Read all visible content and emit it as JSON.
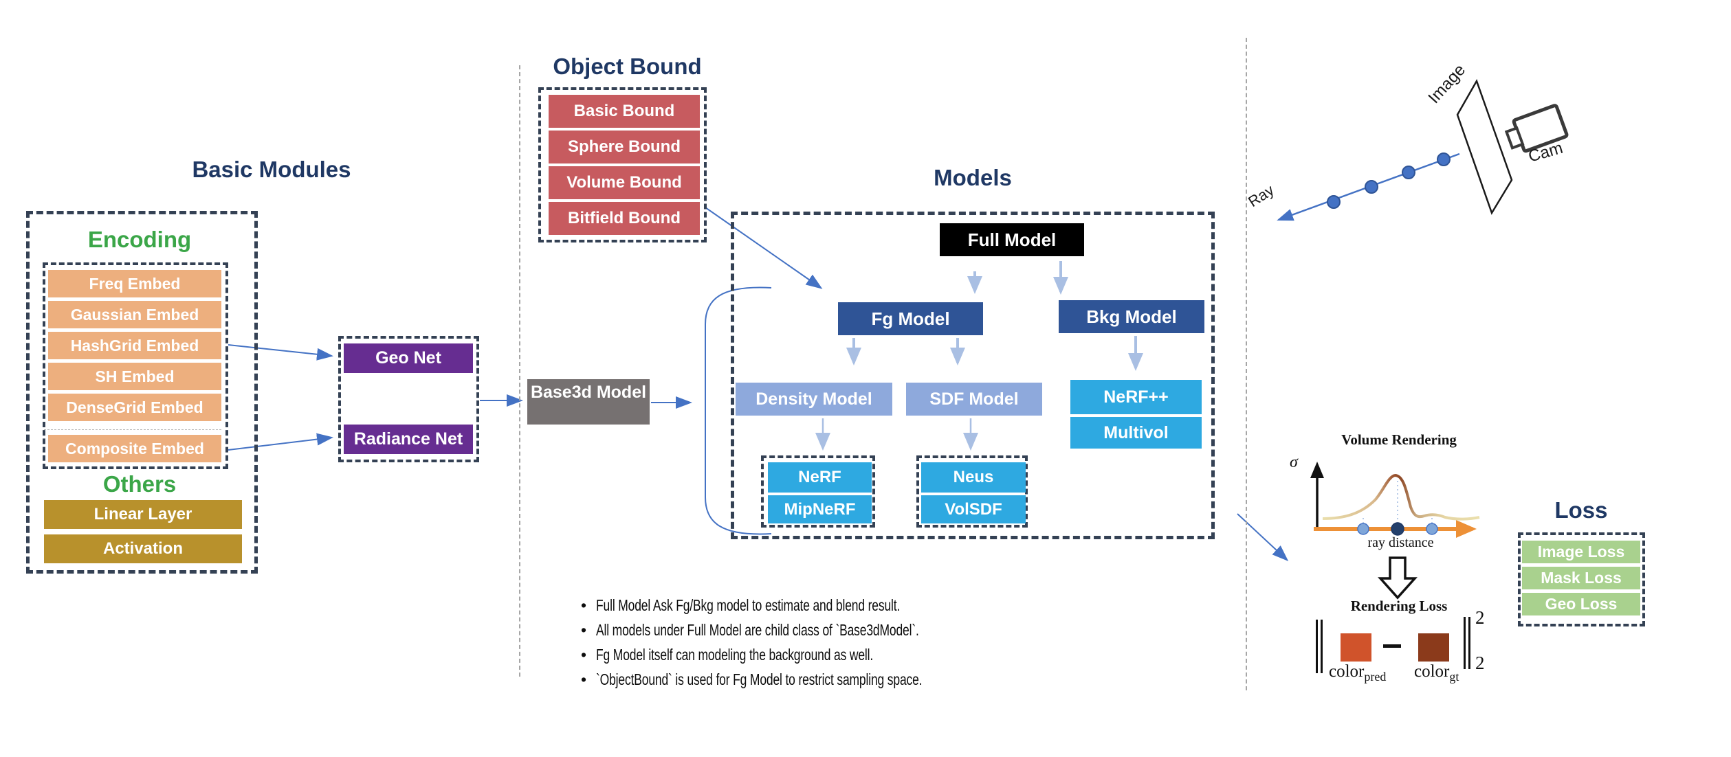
{
  "titles": {
    "basic_modules": "Basic Modules",
    "object_bound": "Object Bound",
    "models": "Models",
    "loss": "Loss"
  },
  "basic_modules": {
    "encoding": {
      "title": "Encoding",
      "items": [
        "Freq Embed",
        "Gaussian Embed",
        "HashGrid Embed",
        "SH Embed",
        "DenseGrid Embed",
        "Composite Embed"
      ]
    },
    "others": {
      "title": "Others",
      "items": [
        "Linear Layer",
        "Activation"
      ]
    }
  },
  "nets": {
    "geo": "Geo Net",
    "radiance": "Radiance Net",
    "base3d": "Base3d Model"
  },
  "object_bound": {
    "items": [
      "Basic Bound",
      "Sphere Bound",
      "Volume Bound",
      "Bitfield Bound"
    ]
  },
  "models": {
    "full": "Full Model",
    "fg": "Fg Model",
    "bkg": "Bkg Model",
    "density": "Density Model",
    "sdf": "SDF Model",
    "nerf": "NeRF",
    "mipnerf": "MipNeRF",
    "neus": "Neus",
    "volsdf": "VolSDF",
    "nerfpp": "NeRF++",
    "multivol": "Multivol"
  },
  "camera_sketch": {
    "image_label": "Image",
    "cam_label": "Cam",
    "ray_label": "Ray"
  },
  "volume_rendering": {
    "title": "Volume Rendering",
    "y_axis_label": "σ",
    "x_axis_label": "ray distance"
  },
  "rendering_loss": {
    "title": "Rendering Loss",
    "pred_label": "color",
    "pred_sub": "pred",
    "minus": "−",
    "gt_label": "color",
    "gt_sub": "gt",
    "norm_sup": "2",
    "norm_sub": "2"
  },
  "loss": {
    "items": [
      "Image Loss",
      "Mask Loss",
      "Geo Loss"
    ]
  },
  "notes": [
    "Full Model Ask Fg/Bkg model to estimate and blend result.",
    "All models under Full Model are child class of `Base3dModel`.",
    "Fg Model itself can modeling the background as well.",
    "`ObjectBound` is used for Fg Model to restrict sampling space."
  ],
  "colors": {
    "title_navy": "#1F3864",
    "section_green": "#3BA648",
    "embed_orange": "#EDAF7E",
    "others_gold": "#B8912C",
    "net_purple": "#662D91",
    "base3d_gray": "#767171",
    "bound_red": "#C75B5F",
    "model_darkblue": "#2F5496",
    "model_periwinkle": "#8EA9DC",
    "model_brightblue": "#2EA9E1",
    "loss_green": "#A9D18E",
    "arrow_blue": "#4472C4",
    "arrow_light": "#A9BFE3",
    "axis_orange": "#ED9036",
    "color_pred_swatch": "#D0532B",
    "color_gt_swatch": "#8B3A1B",
    "dash_border": "#344154"
  }
}
